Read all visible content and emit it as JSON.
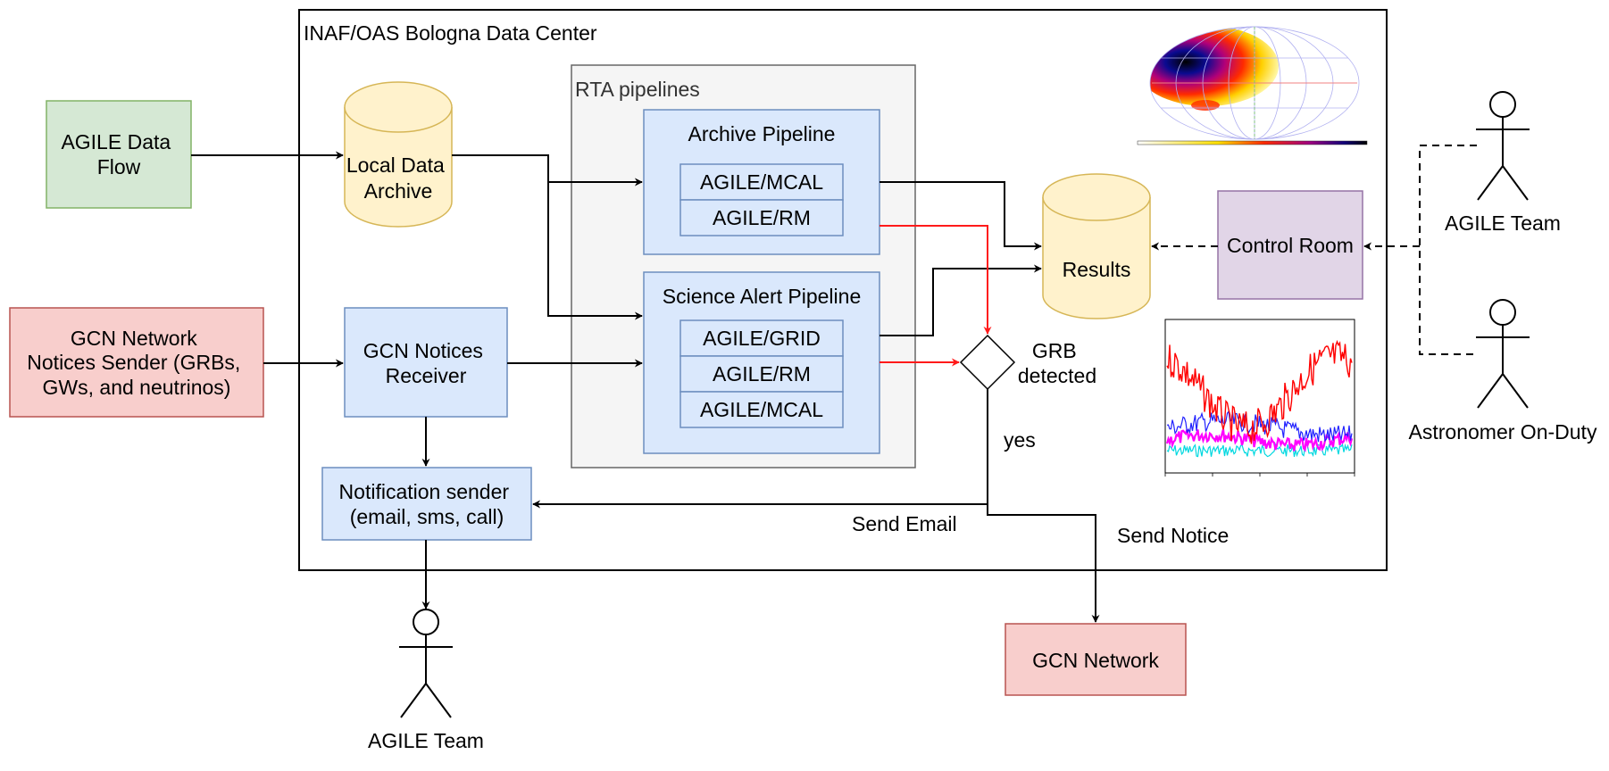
{
  "datacenter": {
    "title": "INAF/OAS Bologna Data Center"
  },
  "sources": {
    "agile_data_flow": {
      "line1": "AGILE Data",
      "line2": "Flow"
    },
    "gcn_sender": {
      "line1": "GCN Network",
      "line2": "Notices Sender (GRBs,",
      "line3": "GWs, and neutrinos)"
    }
  },
  "local_archive": {
    "line1": "Local Data",
    "line2": "Archive"
  },
  "gcn_receiver": {
    "line1": "GCN Notices",
    "line2": "Receiver"
  },
  "notification_sender": {
    "line1": "Notification sender",
    "line2": "(email, sms, call)"
  },
  "rta": {
    "title": "RTA pipelines",
    "archive_pipeline": {
      "title": "Archive Pipeline",
      "items": [
        "AGILE/MCAL",
        "AGILE/RM"
      ]
    },
    "science_alert_pipeline": {
      "title": "Science Alert Pipeline",
      "items": [
        "AGILE/GRID",
        "AGILE/RM",
        "AGILE/MCAL"
      ]
    }
  },
  "results": {
    "label": "Results"
  },
  "control_room": {
    "label": "Control Room"
  },
  "decision": {
    "line1": "GRB",
    "line2": "detected",
    "yes_label": "yes"
  },
  "edges": {
    "send_email": "Send Email",
    "send_notice": "Send Notice"
  },
  "gcn_network": {
    "label": "GCN Network"
  },
  "actors": {
    "agile_team_right": "AGILE Team",
    "astronomer_on_duty": "Astronomer On-Duty",
    "agile_team_bottom": "AGILE Team"
  },
  "colors": {
    "green_fill": "#d5e8d4",
    "green_stroke": "#82b366",
    "red_fill": "#f8cecc",
    "red_stroke": "#b85450",
    "blue_fill": "#dae8fc",
    "blue_stroke": "#6c8ebf",
    "yellow_fill": "#fff2cc",
    "yellow_stroke": "#d6b656",
    "purple_fill": "#e1d5e7",
    "purple_stroke": "#9673a6",
    "gray_fill": "#f5f5f5",
    "gray_stroke": "#666666",
    "alert_red": "#ff1a1a"
  }
}
